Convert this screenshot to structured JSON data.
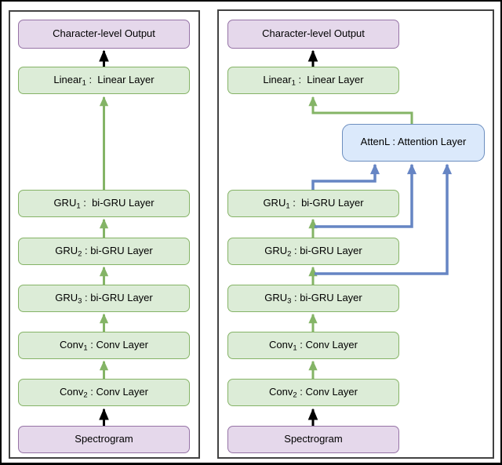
{
  "colors": {
    "purple_fill": "#e5d8eb",
    "purple_border": "#9673a6",
    "green_fill": "#dcecd7",
    "green_border": "#85b366",
    "blue_fill": "#dbe9fb",
    "blue_border": "#6c8ebf",
    "green_arrow": "#84b466",
    "blue_arrow": "#6685c4",
    "black_arrow": "#000000",
    "panel_border": "#424242"
  },
  "panels": {
    "left": {
      "boxes": {
        "output": {
          "base": "Character-level Output",
          "sub": "",
          "rest": ""
        },
        "linear": {
          "base": "Linear",
          "sub": "1",
          "rest": " :  Linear Layer"
        },
        "gru1": {
          "base": "GRU",
          "sub": "1",
          "rest": " :  bi-GRU Layer"
        },
        "gru2": {
          "base": "GRU",
          "sub": "2",
          "rest": " : bi-GRU Layer"
        },
        "gru3": {
          "base": "GRU",
          "sub": "3",
          "rest": " : bi-GRU Layer"
        },
        "conv1": {
          "base": "Conv",
          "sub": "1",
          "rest": " : Conv Layer"
        },
        "conv2": {
          "base": "Conv",
          "sub": "2",
          "rest": " : Conv Layer"
        },
        "spectrogram": {
          "base": "Spectrogram",
          "sub": "",
          "rest": ""
        }
      },
      "edges": [
        {
          "from": "spectrogram",
          "to": "conv2",
          "color": "black"
        },
        {
          "from": "conv2",
          "to": "conv1",
          "color": "green"
        },
        {
          "from": "conv1",
          "to": "gru3",
          "color": "green"
        },
        {
          "from": "gru3",
          "to": "gru2",
          "color": "green"
        },
        {
          "from": "gru2",
          "to": "gru1",
          "color": "green"
        },
        {
          "from": "gru1",
          "to": "linear",
          "color": "green"
        },
        {
          "from": "linear",
          "to": "output",
          "color": "black"
        }
      ]
    },
    "right": {
      "boxes": {
        "output": {
          "base": "Character-level Output",
          "sub": "",
          "rest": ""
        },
        "linear": {
          "base": "Linear",
          "sub": "1",
          "rest": " :  Linear Layer"
        },
        "atten": {
          "base": "AttenL : Attention Layer",
          "sub": "",
          "rest": ""
        },
        "gru1": {
          "base": "GRU",
          "sub": "1",
          "rest": " :  bi-GRU Layer"
        },
        "gru2": {
          "base": "GRU",
          "sub": "2",
          "rest": " : bi-GRU Layer"
        },
        "gru3": {
          "base": "GRU",
          "sub": "3",
          "rest": " : bi-GRU Layer"
        },
        "conv1": {
          "base": "Conv",
          "sub": "1",
          "rest": " : Conv Layer"
        },
        "conv2": {
          "base": "Conv",
          "sub": "2",
          "rest": " : Conv Layer"
        },
        "spectrogram": {
          "base": "Spectrogram",
          "sub": "",
          "rest": ""
        }
      },
      "edges": [
        {
          "from": "spectrogram",
          "to": "conv2",
          "color": "black"
        },
        {
          "from": "conv2",
          "to": "conv1",
          "color": "green"
        },
        {
          "from": "conv1",
          "to": "gru3",
          "color": "green"
        },
        {
          "from": "gru3",
          "to": "gru2",
          "color": "green"
        },
        {
          "from": "gru2",
          "to": "gru1",
          "color": "green"
        },
        {
          "from": "gru1",
          "to": "atten",
          "color": "blue"
        },
        {
          "from": "gru2",
          "to": "atten",
          "color": "blue"
        },
        {
          "from": "gru3",
          "to": "atten",
          "color": "blue"
        },
        {
          "from": "atten",
          "to": "linear",
          "color": "green"
        },
        {
          "from": "linear",
          "to": "output",
          "color": "black"
        }
      ]
    }
  }
}
